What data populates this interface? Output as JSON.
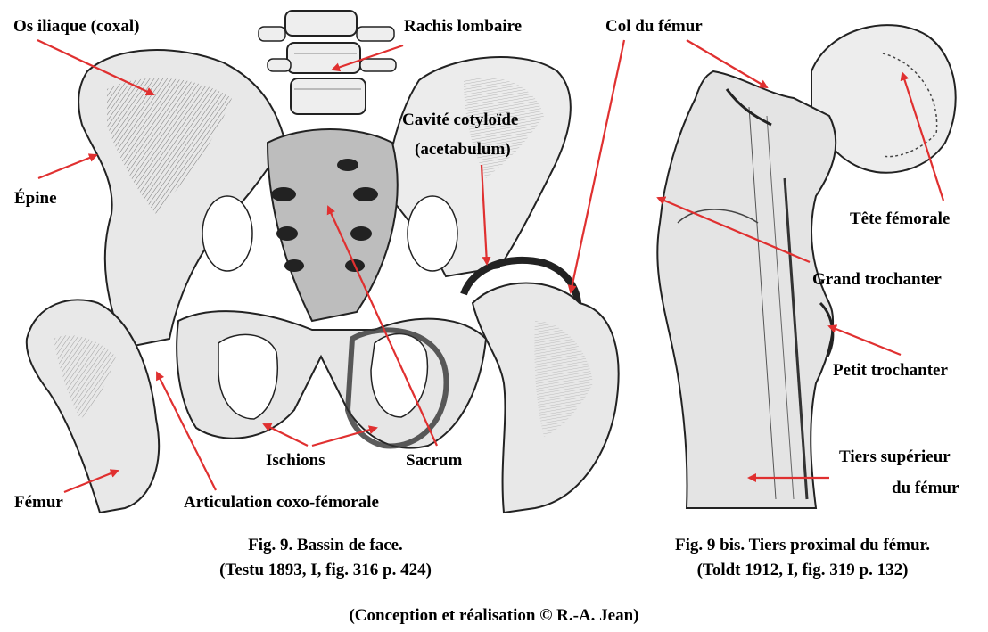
{
  "labels": {
    "os_iliaque": "Os iliaque (coxal)",
    "rachis": "Rachis lombaire",
    "cavite_1": "Cavité cotyloïde",
    "cavite_2": "(acetabulum)",
    "epine": "Épine",
    "ischions": "Ischions",
    "sacrum": "Sacrum",
    "femur": "Fémur",
    "articulation": "Articulation coxo-fémorale",
    "col": "Col du fémur",
    "tete": "Tête fémorale",
    "grand_troch": "Grand trochanter",
    "petit_troch": "Petit trochanter",
    "tiers_1": "Tiers supérieur",
    "tiers_2": "du fémur"
  },
  "captions": {
    "fig9_line1": "Fig. 9. Bassin de face.",
    "fig9_line2": "(Testu 1893, I, fig. 316 p. 424)",
    "fig9bis_line1": "Fig. 9 bis. Tiers proximal du fémur.",
    "fig9bis_line2": "(Toldt 1912, I, fig. 319 p. 132)",
    "credit": "(Conception et réalisation © R.-A. Jean)"
  },
  "colors": {
    "arrow": "#e03030",
    "bone": "#ececec",
    "shade": "#4a4a4a",
    "ink": "#1a1a1a"
  }
}
